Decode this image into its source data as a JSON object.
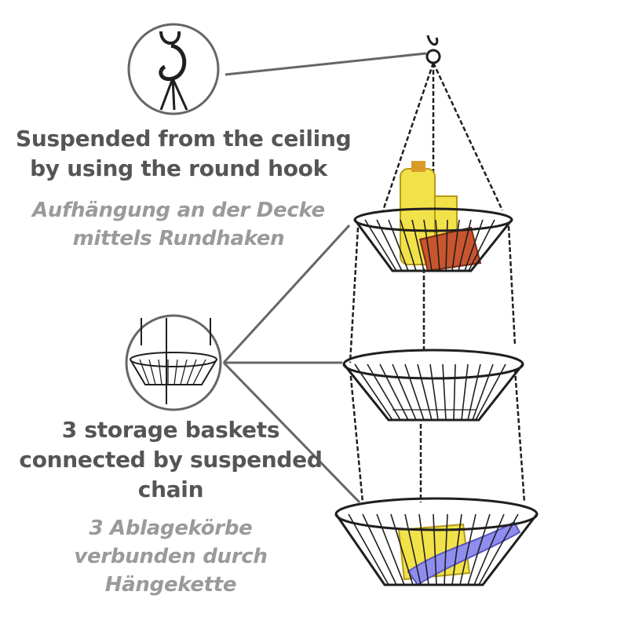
{
  "feature_hook": {
    "en_lines": [
      "Suspended from the ceiling",
      "by using the round hook"
    ],
    "de_lines": [
      "Aufhängung an der Decke",
      "mittels Rundhaken"
    ]
  },
  "feature_baskets": {
    "en_lines": [
      "3 storage baskets",
      "connected by suspended",
      "chain"
    ],
    "de_lines": [
      "3 Ablagekörbe",
      "verbunden durch",
      "Hängekette"
    ]
  },
  "colors": {
    "text_en": "#555555",
    "text_de": "#9a9a9a",
    "callout": "#666666",
    "wire": "#1f1f1f",
    "bottle": "#f2e24a",
    "sponge": "#c9552e",
    "brush": "#8f8ef0"
  }
}
